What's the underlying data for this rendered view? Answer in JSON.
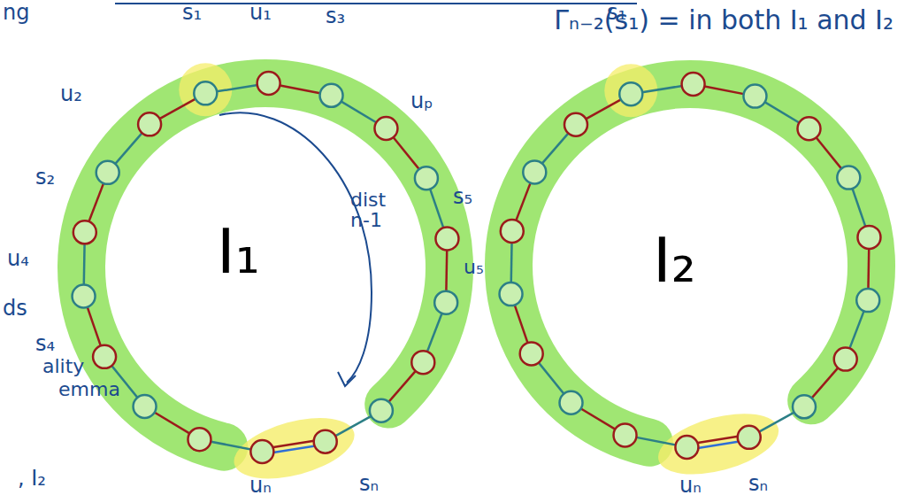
{
  "diagram": {
    "title": "Γₙ₋₂(s₁) = in both I₁ and I₂",
    "labels": [
      "ng",
      "s₁",
      "u₁",
      "s₃",
      "u₂",
      "uₚ",
      "s₂",
      "dist n-1",
      "s₅",
      "u₄",
      "u₅",
      "ds",
      "s₄",
      "ality",
      "emma",
      ", I₂",
      "I₁",
      "uₙ",
      "sₙ",
      "s₁",
      "I₂",
      "uₙ",
      "sₙ"
    ]
  }
}
